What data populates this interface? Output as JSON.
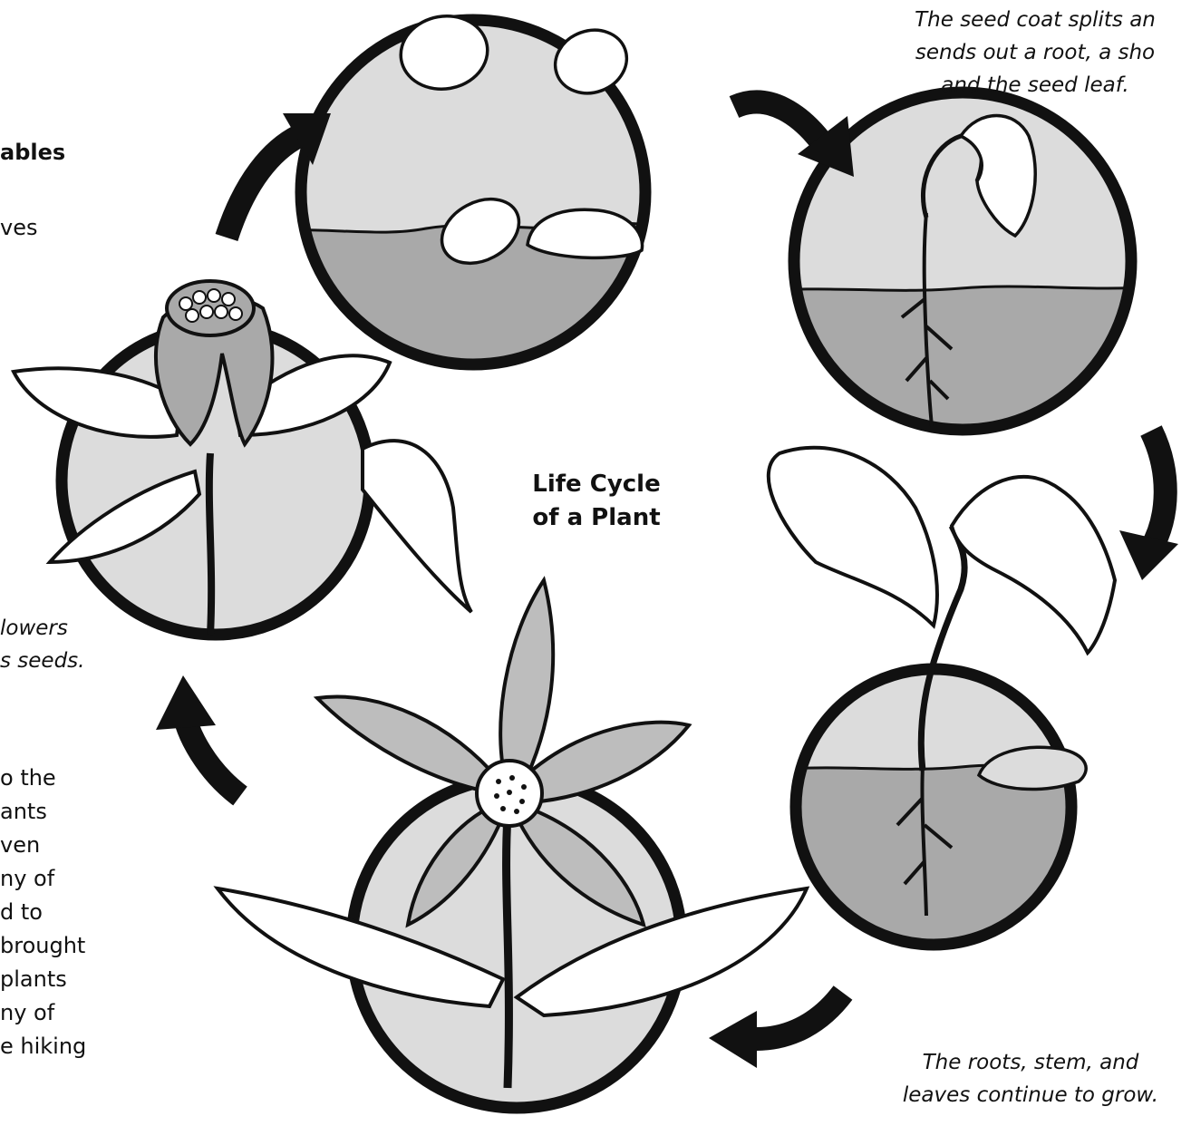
{
  "title": {
    "line1": "Life Cycle",
    "line2": "of a Plant"
  },
  "left_column": {
    "heading_fragment": "ables",
    "line_fragment": "ves",
    "flower_caption": [
      "lowers",
      "s seeds."
    ],
    "body_fragments": [
      "o the",
      "ants",
      "ven",
      "ny of",
      "d to",
      "brought",
      "plants",
      "ny of",
      "e hiking"
    ]
  },
  "captions": {
    "sprout": [
      "The seed coat splits an",
      "sends out a root, a sho",
      "and the seed leaf."
    ],
    "growth": [
      "The roots, stem, and",
      "leaves continue to grow."
    ]
  },
  "stages": [
    "seeds",
    "sprout",
    "seedling",
    "flowering-plant",
    "seed-head-plant"
  ],
  "colors": {
    "ink": "#111111",
    "soil": "#a9a9a9",
    "sky": "#dcdcdc",
    "petal": "#bdbdbd"
  }
}
